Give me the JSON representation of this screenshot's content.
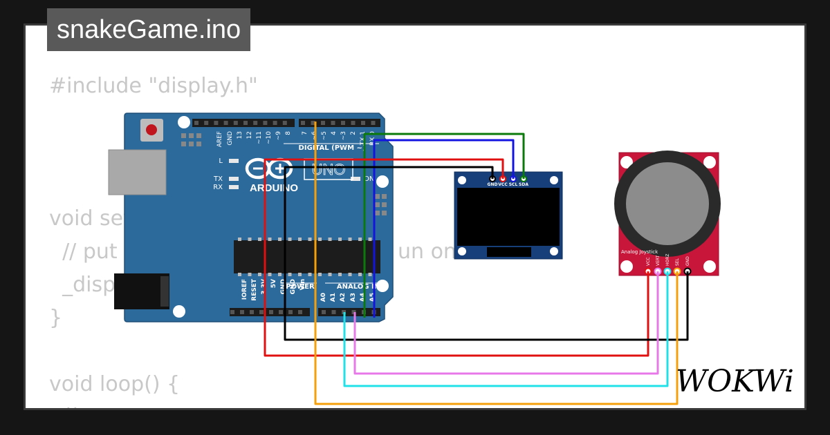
{
  "title": "snakeGame.ino",
  "code_lines": [
    "#include \"display.h\"",
    "void set",
    "  // put y",
    "  _disp",
    "}",
    "void loop() {",
    "  //"
  ],
  "code_fragments": {
    "run_on": "un on"
  },
  "brand": "WOKWi",
  "arduino": {
    "brand": "ARDUINO",
    "model": "UNO",
    "digital_label": "DIGITAL (PWM ~)",
    "power_label": "POWER",
    "analog_label": "ANALOG IN",
    "led_labels": [
      "L",
      "TX",
      "RX",
      "ON"
    ],
    "top_pins": [
      "AREF",
      "GND",
      "13",
      "12",
      "~11",
      "~10",
      "~9",
      "8",
      "7",
      "~6",
      "~5",
      "4",
      "~3",
      "2",
      "TX 1",
      "RX 0"
    ],
    "power_pins": [
      "IOREF",
      "RESET",
      "3.3V",
      "5V",
      "GND",
      "GND",
      "Vin"
    ],
    "analog_pins": [
      "A0",
      "A1",
      "A2",
      "A3",
      "A4",
      "A5"
    ]
  },
  "oled": {
    "pins": [
      "GND",
      "VCC",
      "SCL",
      "SDA"
    ]
  },
  "joystick": {
    "label": "Analog Joystick",
    "pins": [
      "VCC",
      "VERT",
      "HORZ",
      "SEL",
      "GND"
    ]
  },
  "colors": {
    "background": "#151515",
    "board_blue": "#2c6a9c",
    "joystick_red": "#c8163a",
    "wire_red": "#e01010",
    "wire_black": "#000000",
    "wire_orange": "#f5a00a",
    "wire_pink": "#e878e8",
    "wire_cyan": "#20e0e8",
    "wire_green": "#0a7a0a",
    "wire_blue": "#1414e0"
  }
}
